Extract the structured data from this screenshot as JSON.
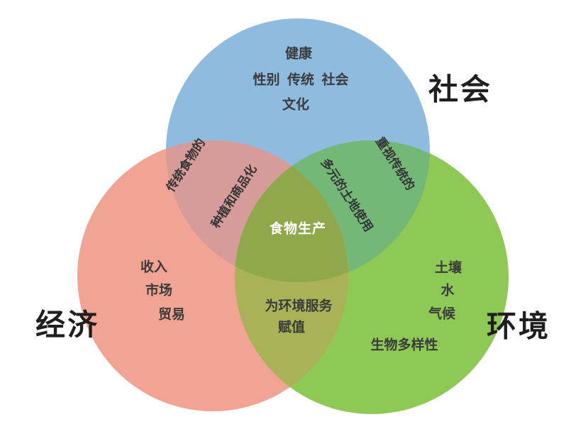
{
  "diagram": {
    "type": "venn-3",
    "center": {
      "label": "食物生产"
    },
    "society": {
      "label": "社会",
      "line1": "健康",
      "line2": "性别  传统  社会",
      "line3": "文化"
    },
    "economy": {
      "label": "经济",
      "items": [
        "收入",
        "市场",
        "贸易"
      ]
    },
    "environment": {
      "label": "环境",
      "items": [
        "土壤",
        "水",
        "气候",
        "生物多样性"
      ]
    },
    "society_economy": {
      "line1": "传统食物的",
      "line2": "种植和商品化"
    },
    "society_environment": {
      "line1": "重视传统的",
      "line2": "多元的土地使用"
    },
    "economy_environment": {
      "line1": "为环境服务",
      "line2": "赋值"
    },
    "colors": {
      "society": "#8fbbdf",
      "economy": "#f2a494",
      "environment": "#8ec855",
      "society_economy": "#d59c99",
      "society_environment": "#74b878",
      "economy_environment": "#a9b257",
      "center": "#90a84c",
      "text": "#3b3b3b",
      "center_text": "#ffffff"
    }
  }
}
